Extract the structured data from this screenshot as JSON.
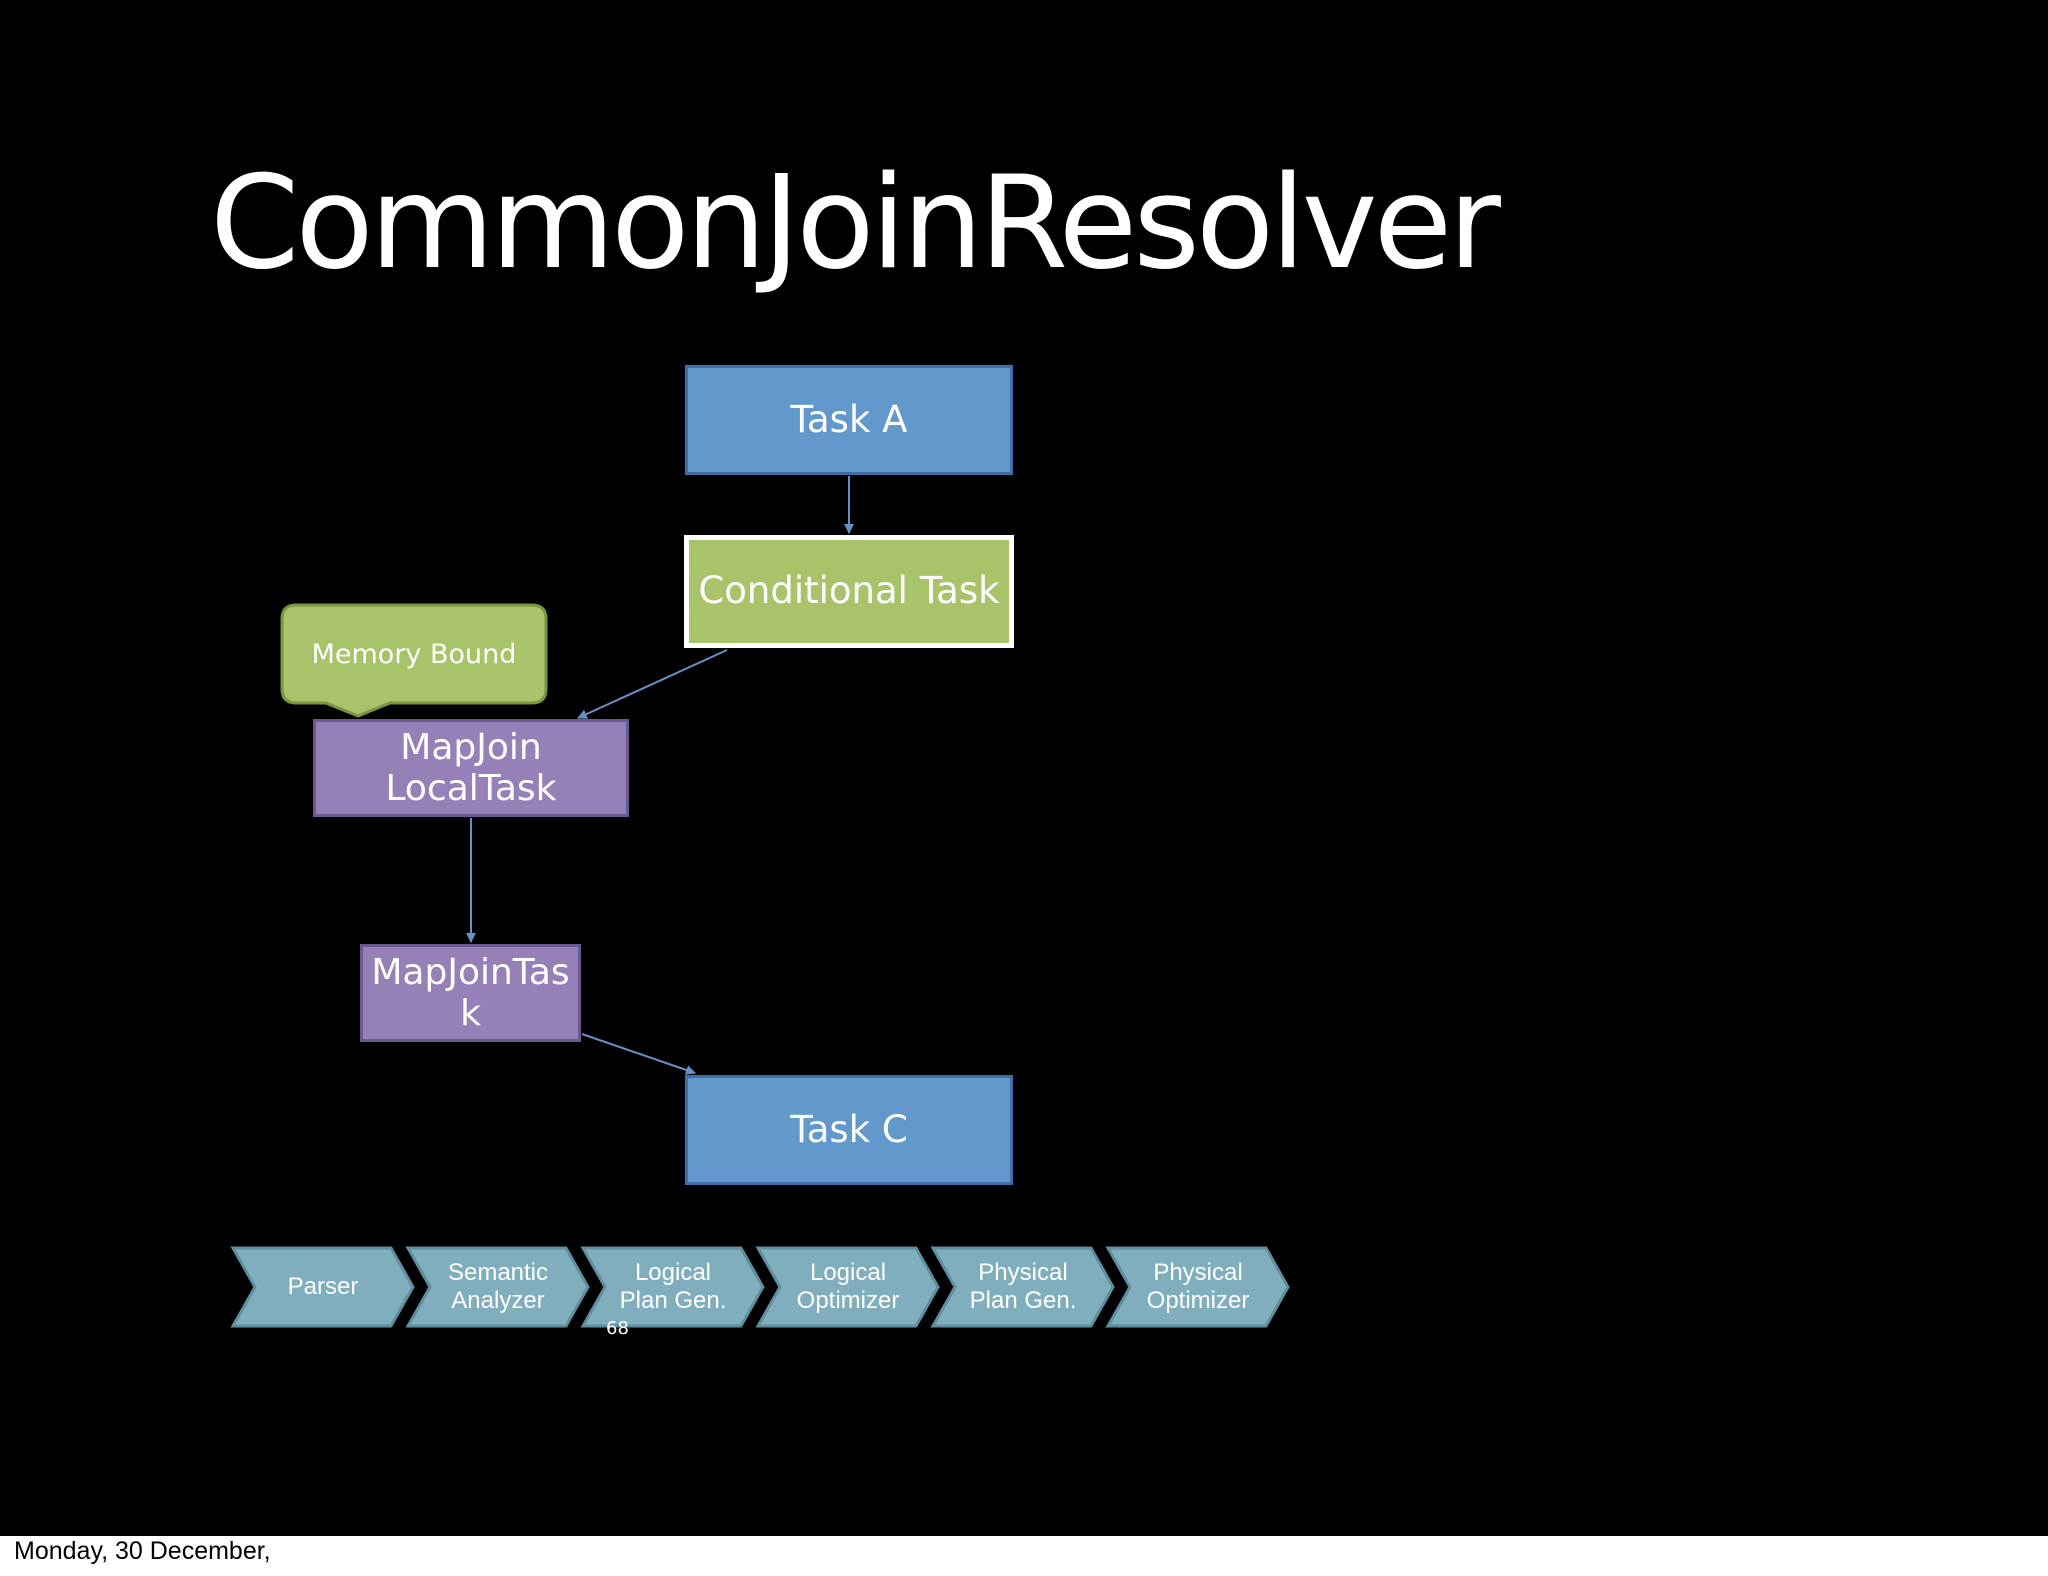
{
  "slide": {
    "title": "CommonJoinResolver",
    "page_number": "68"
  },
  "diagram": {
    "nodes": {
      "task_a": "Task A",
      "conditional_task": "Conditional Task",
      "mapjoin_localtask": "MapJoin\nLocalTask",
      "mapjoin_task": "MapJoinTas\nk",
      "task_c": "Task C"
    },
    "callout": "Memory Bound",
    "edges": [
      [
        "Task A",
        "Conditional Task"
      ],
      [
        "Conditional Task",
        "MapJoin LocalTask"
      ],
      [
        "MapJoin LocalTask",
        "MapJoinTask"
      ],
      [
        "MapJoinTask",
        "Task C"
      ]
    ],
    "colors": {
      "task_fill": "#6298cc",
      "conditional_fill": "#a8c36a",
      "mapjoin_fill": "#9580b8",
      "callout_fill": "#a8c36a",
      "pipeline_fill": "#80aebc",
      "arrow": "#6b8fc4"
    }
  },
  "pipeline": {
    "stages": [
      "Parser",
      "Semantic\nAnalyzer",
      "Logical\nPlan Gen.",
      "Logical\nOptimizer",
      "Physical\nPlan Gen.",
      "Physical\nOptimizer"
    ]
  },
  "footer": {
    "date_text": "Monday, 30 December,"
  }
}
